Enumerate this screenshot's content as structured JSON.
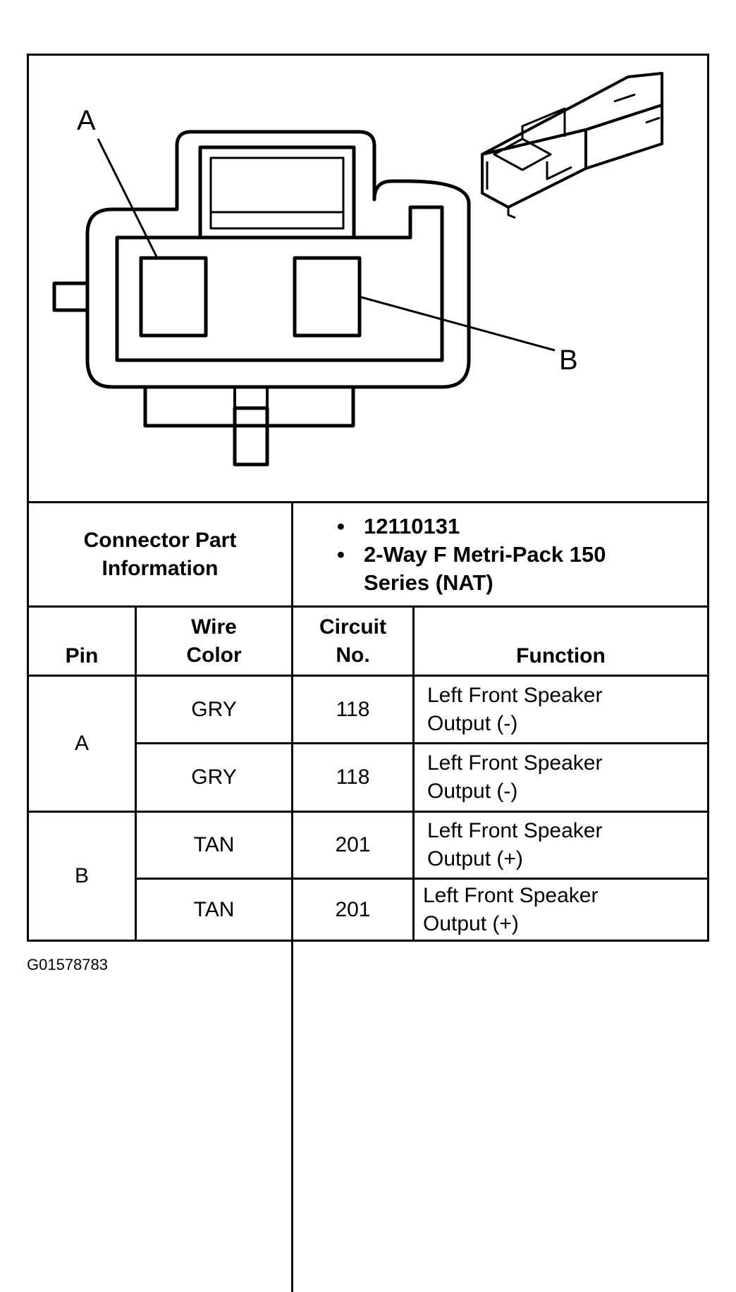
{
  "diagram": {
    "label_a": "A",
    "label_b": "B"
  },
  "connector_info": {
    "label": "Connector Part Information",
    "items": [
      "12110131",
      "2-Way F Metri-Pack 150 Series (NAT)"
    ]
  },
  "table": {
    "headers": {
      "pin": "Pin",
      "wire_color": "Wire Color",
      "circuit_no": "Circuit No.",
      "function": "Function"
    },
    "groups": [
      {
        "pin": "A",
        "rows": [
          {
            "wire_color": "GRY",
            "circuit": "118",
            "function": "Left Front Speaker Output (-)"
          },
          {
            "wire_color": "GRY",
            "circuit": "118",
            "function": "Left Front Speaker Output (-)"
          }
        ]
      },
      {
        "pin": "B",
        "rows": [
          {
            "wire_color": "TAN",
            "circuit": "201",
            "function": "Left Front Speaker Output (+)"
          },
          {
            "wire_color": "TAN",
            "circuit": "201",
            "function": "Left Front Speaker Output (+)"
          }
        ]
      }
    ]
  },
  "figure_id": "G01578783"
}
